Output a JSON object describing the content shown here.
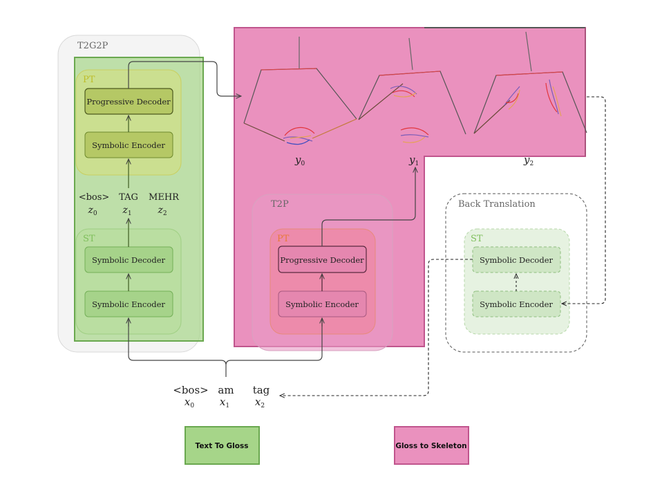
{
  "groups": {
    "t2g2p": "T2G2P",
    "t2p": "T2P",
    "back_translation": "Back Translation",
    "pt_left": "PT",
    "st_left": "ST",
    "pt_mid": "PT",
    "st_right": "ST"
  },
  "blocks": {
    "left_prog_decoder": "Progressive Decoder",
    "left_sym_encoder_top": "Symbolic Encoder",
    "left_sym_decoder": "Symbolic Decoder",
    "left_sym_encoder_bottom": "Symbolic Encoder",
    "mid_prog_decoder": "Progressive Decoder",
    "mid_sym_encoder": "Symbolic Encoder",
    "bt_sym_decoder": "Symbolic Decoder",
    "bt_sym_encoder": "Symbolic Encoder"
  },
  "gloss_tokens": [
    {
      "word": "<bos>",
      "var": "z",
      "sub": "0"
    },
    {
      "word": "TAG",
      "var": "z",
      "sub": "1"
    },
    {
      "word": "MEHR",
      "var": "z",
      "sub": "2"
    }
  ],
  "text_tokens": [
    {
      "word": "<bos>",
      "var": "x",
      "sub": "0"
    },
    {
      "word": "am",
      "var": "x",
      "sub": "1"
    },
    {
      "word": "tag",
      "var": "x",
      "sub": "2"
    }
  ],
  "pose_labels": [
    {
      "var": "y",
      "sub": "0"
    },
    {
      "var": "y",
      "sub": "1"
    },
    {
      "var": "y",
      "sub": "2"
    }
  ],
  "legend": {
    "text_to_gloss": "Text To Gloss",
    "gloss_to_skeleton": "Gloss to Skeleton"
  },
  "colors": {
    "green_fill": "#a6d589",
    "green_stroke": "#6aa84f",
    "pink_fill": "#ea91be",
    "pink_stroke": "#c0558d",
    "arrow": "#444444"
  }
}
